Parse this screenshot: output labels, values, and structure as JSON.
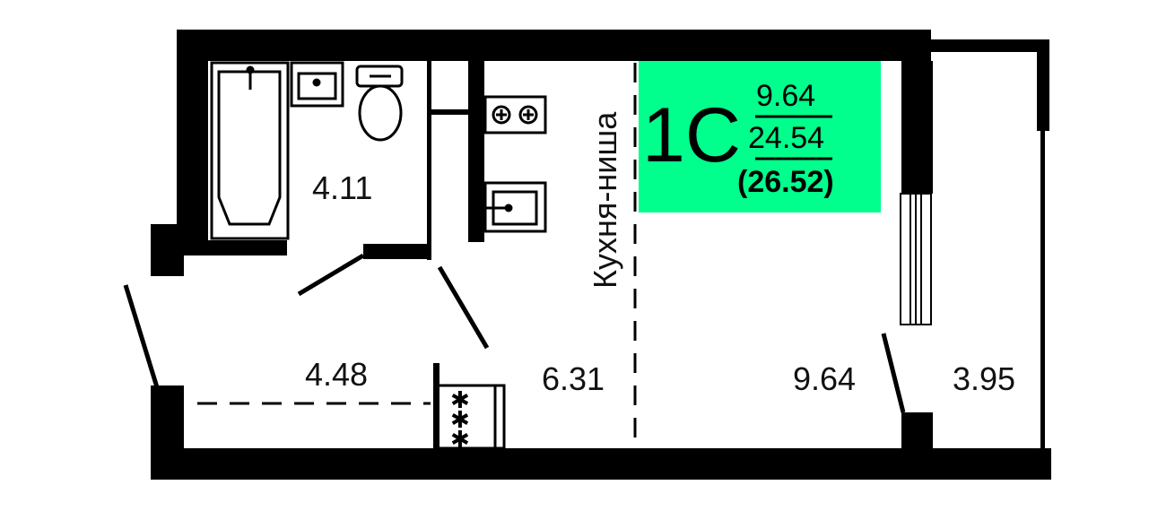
{
  "plan": {
    "badge": {
      "type": "1С",
      "living_area": "9.64",
      "total_area": "24.54",
      "total_with_balcony": "(26.52)",
      "color": "#00FF8C"
    },
    "rooms": {
      "bathroom": "4.11",
      "hallway": "4.48",
      "kitchen": "6.31",
      "living": "9.64",
      "balcony": "3.95"
    },
    "kitchen_label": "Кухня-ниша"
  }
}
